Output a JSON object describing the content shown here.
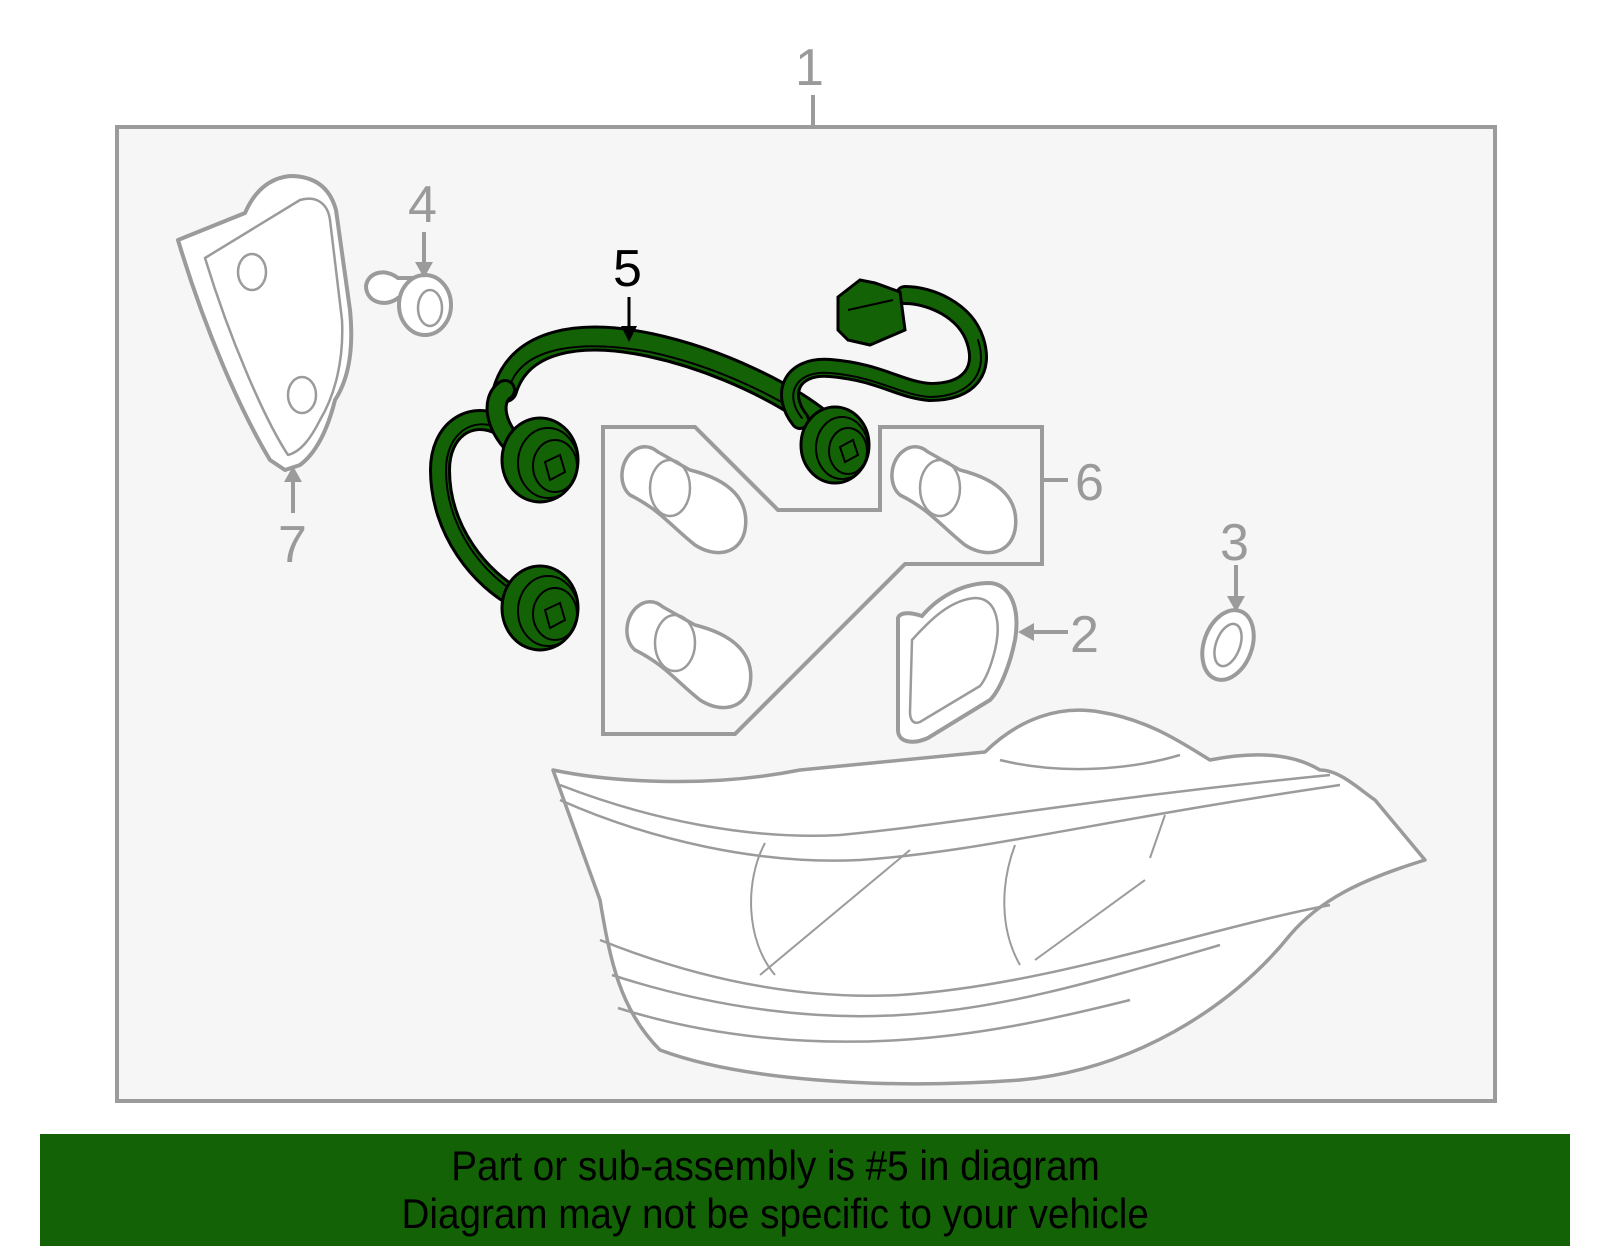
{
  "diagram": {
    "background": "#f6f6f6",
    "frame_color": "#9b9b9b",
    "highlight_color": "#136306",
    "highlighted_part": "5",
    "callouts": [
      {
        "id": "1",
        "label": "1",
        "part": "tail-lamp-assembly"
      },
      {
        "id": "2",
        "label": "2",
        "part": "gasket"
      },
      {
        "id": "3",
        "label": "3",
        "part": "washer"
      },
      {
        "id": "4",
        "label": "4",
        "part": "bolt"
      },
      {
        "id": "5",
        "label": "5",
        "part": "socket-and-wire-harness"
      },
      {
        "id": "6",
        "label": "6",
        "part": "bulbs"
      },
      {
        "id": "7",
        "label": "7",
        "part": "lamp-housing-seal"
      }
    ]
  },
  "banner": {
    "background": "#136306",
    "line1": "Part or sub-assembly is #5 in diagram",
    "line2": "Diagram may not be specific to your vehicle"
  }
}
